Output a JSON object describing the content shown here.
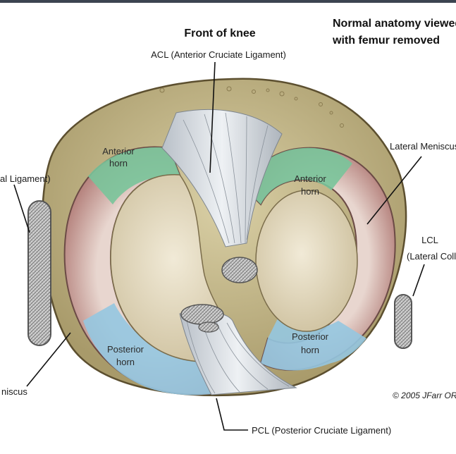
{
  "diagram": {
    "title": "Front of knee",
    "heading_line1": "Normal anatomy viewed",
    "heading_line2": "with femur removed",
    "labels": {
      "acl": "ACL (Anterior Cruciate Ligament)",
      "lateral_meniscus": "Lateral Meniscus",
      "lcl_line1": "LCL",
      "lcl_line2": "(Lateral Collateral",
      "mcl_partial": "al Ligament)",
      "medial_meniscus_partial": "niscus",
      "pcl": "PCL (Posterior Cruciate Ligament)",
      "copyright": "© 2005 JFarr OR"
    },
    "regions": {
      "anterior_horn_left_line1": "Anterior",
      "anterior_horn_left_line2": "horn",
      "anterior_horn_right_line1": "Anterior",
      "anterior_horn_right_line2": "horn",
      "posterior_horn_left_line1": "Posterior",
      "posterior_horn_left_line2": "horn",
      "posterior_horn_right_line1": "Posterior",
      "posterior_horn_right_line2": "horn"
    },
    "colors": {
      "tibia": "#c7b98a",
      "meniscus": "#c48a85",
      "anterior_horn": "#6fbf8f",
      "posterior_horn": "#8fc0dc",
      "plateau": "#e6dcc4",
      "ligament": "#d9dde2"
    }
  }
}
